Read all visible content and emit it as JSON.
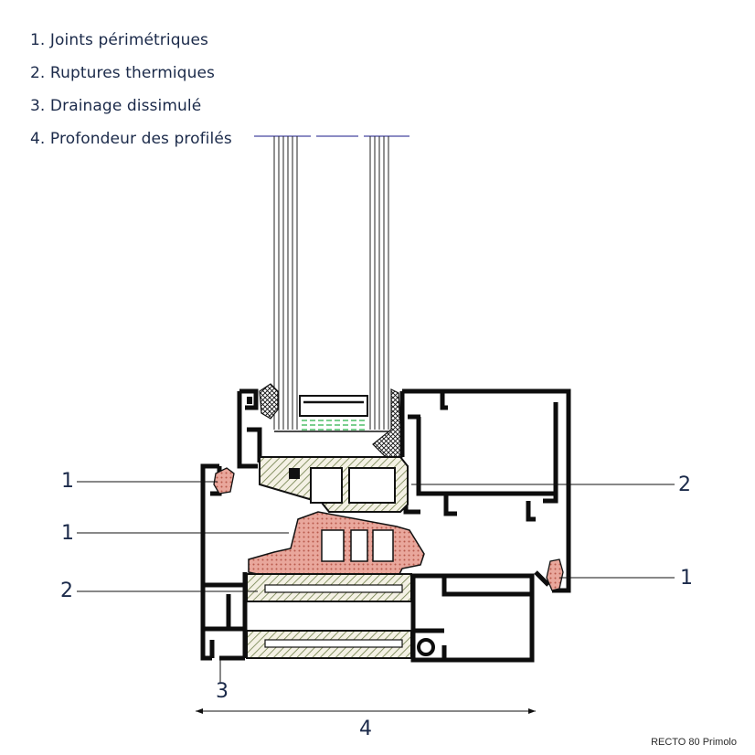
{
  "legend": [
    "1. Joints périmétriques",
    "2. Ruptures thermiques",
    "3. Drainage dissimulé",
    "4. Profondeur des profilés"
  ],
  "callouts": {
    "left_seal_top": "1",
    "left_seal_middle": "1",
    "left_thermal_break": "2",
    "right_thermal_break": "2",
    "right_seal": "1",
    "drainage": "3",
    "depth": "4"
  },
  "caption": "RECTO 80 Primolo",
  "colors": {
    "profile": "#0d0d0d",
    "text": "#1b2a4a",
    "seal": "#e9a79c",
    "thermal_hatch": "#6f7f4a",
    "spacer_dash": "#2bb24a",
    "glass_line": "#1a1a8a"
  }
}
